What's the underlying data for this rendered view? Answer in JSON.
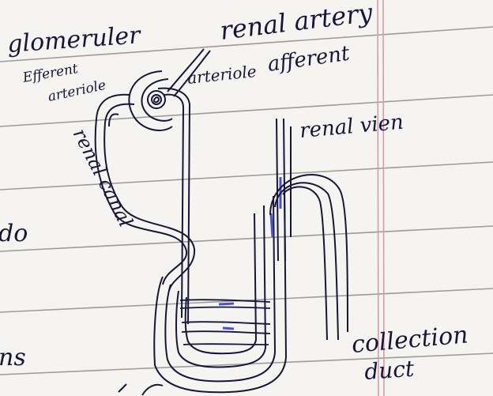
{
  "labels": {
    "glomerulus": "glomeruler",
    "renal_artery": "renal artery",
    "efferent_arteriole_1": "Efferent",
    "efferent_arteriole_2": "arteriole",
    "afferent": "afferent",
    "arteriole": "arteriole",
    "renal_vein": "renal vien",
    "renal_canal": "renal canal",
    "collection_duct_1": "collection",
    "collection_duct_2": "duct"
  },
  "margin_text": {
    "left_1": "do",
    "left_2": "ns"
  },
  "colors": {
    "paper": "#f6f4f1",
    "ruled_line": "#8b8b8b",
    "margin_line": "#d9a3b0",
    "ink": "#15163a",
    "blue_ink": "#4a4fd8"
  }
}
